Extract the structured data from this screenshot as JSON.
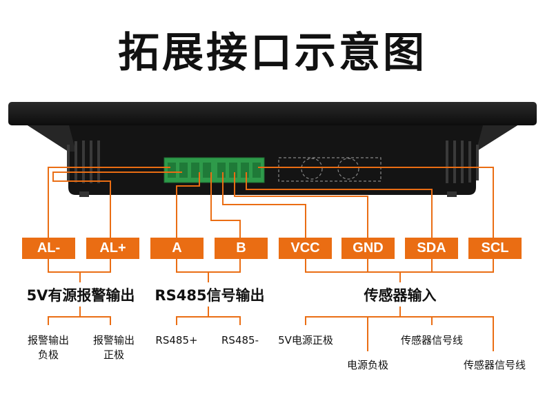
{
  "title": "拓展接口示意图",
  "pins": [
    {
      "id": "al-minus",
      "label": "AL-"
    },
    {
      "id": "al-plus",
      "label": "AL+"
    },
    {
      "id": "a",
      "label": "A"
    },
    {
      "id": "b",
      "label": "B"
    },
    {
      "id": "vcc",
      "label": "VCC"
    },
    {
      "id": "gnd",
      "label": "GND"
    },
    {
      "id": "sda",
      "label": "SDA"
    },
    {
      "id": "scl",
      "label": "SCL"
    }
  ],
  "groups": [
    {
      "id": "alarm",
      "label": "5V有源报警输出"
    },
    {
      "id": "rs485",
      "label": "RS485信号输出"
    },
    {
      "id": "sensor",
      "label": "传感器输入"
    }
  ],
  "sub_labels": {
    "alarm_neg": "报警输出\n负极",
    "alarm_pos": "报警输出\n正极",
    "rs485_plus": "RS485+",
    "rs485_minus": "RS485-",
    "power_pos": "5V电源正极",
    "power_neg": "电源负极",
    "sensor_sig_1": "传感器信号线",
    "sensor_sig_2": "传感器信号线"
  },
  "colors": {
    "accent": "#ea6d13",
    "device": "#1a1a1a",
    "connector": "#2e9a4a"
  }
}
